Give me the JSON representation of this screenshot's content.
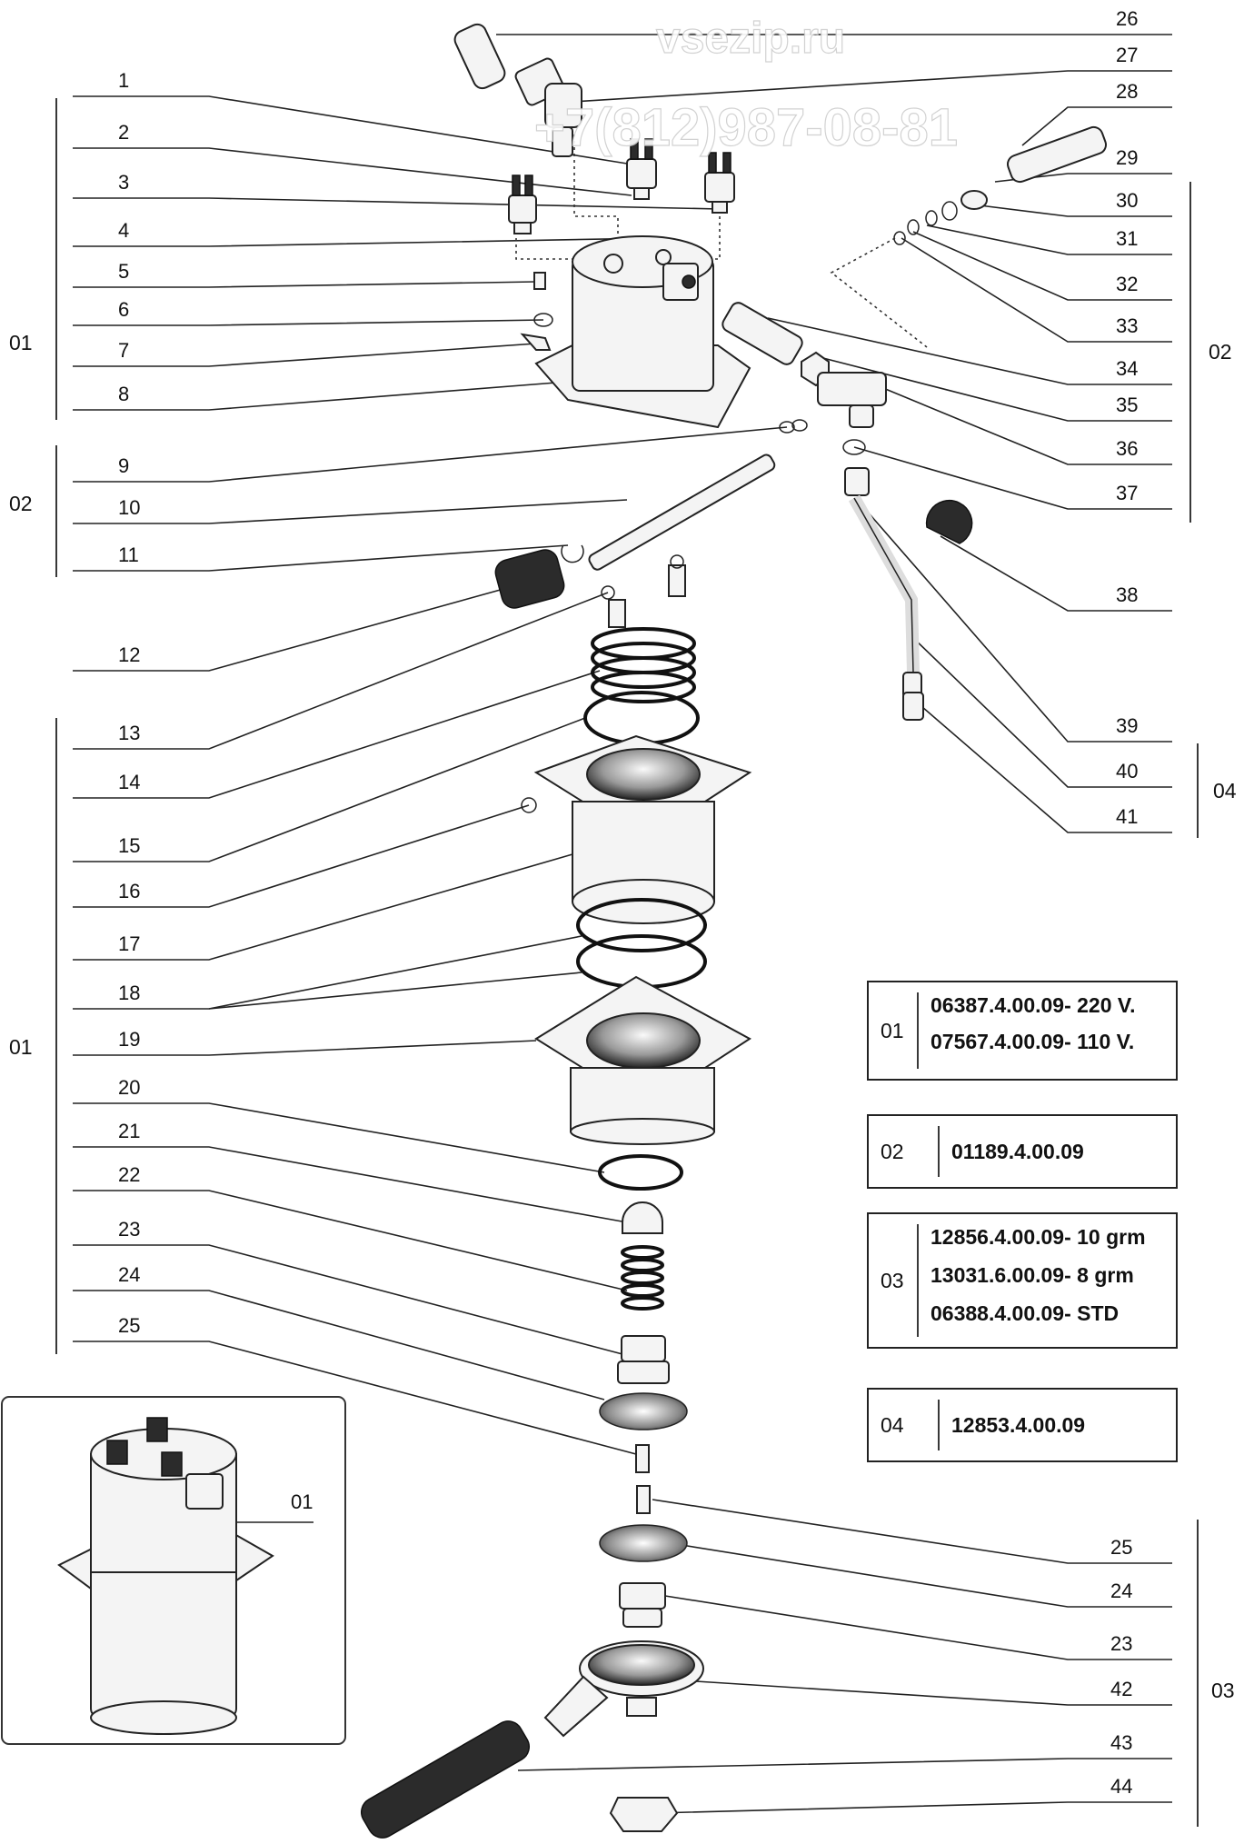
{
  "watermark": {
    "site": "vsezip.ru",
    "phone": "+7(812)987-08-81"
  },
  "left_labels": [
    "1",
    "2",
    "3",
    "4",
    "5",
    "6",
    "7",
    "8",
    "9",
    "10",
    "11",
    "12",
    "13",
    "14",
    "15",
    "16",
    "17",
    "18",
    "19",
    "20",
    "21",
    "22",
    "23",
    "24",
    "25"
  ],
  "right_top_labels": [
    "26",
    "27",
    "28",
    "29",
    "30",
    "31",
    "32",
    "33",
    "34",
    "35",
    "36",
    "37",
    "38",
    "39",
    "40",
    "41"
  ],
  "right_bottom_labels": [
    "25",
    "24",
    "23",
    "42",
    "43",
    "44"
  ],
  "group_labels": {
    "left_top": "01",
    "left_mid": "02",
    "left_bottom": "01",
    "right_02": "02",
    "right_04": "04",
    "right_03": "03",
    "inset": "01"
  },
  "legend": [
    {
      "group": "01",
      "lines": [
        "06387.4.00.09- 220 V.",
        "07567.4.00.09- 110 V."
      ]
    },
    {
      "group": "02",
      "lines": [
        "01189.4.00.09"
      ]
    },
    {
      "group": "03",
      "lines": [
        "12856.4.00.09- 10 grm",
        "13031.6.00.09- 8 grm",
        "06388.4.00.09- STD"
      ]
    },
    {
      "group": "04",
      "lines": [
        "12853.4.00.09"
      ]
    }
  ]
}
